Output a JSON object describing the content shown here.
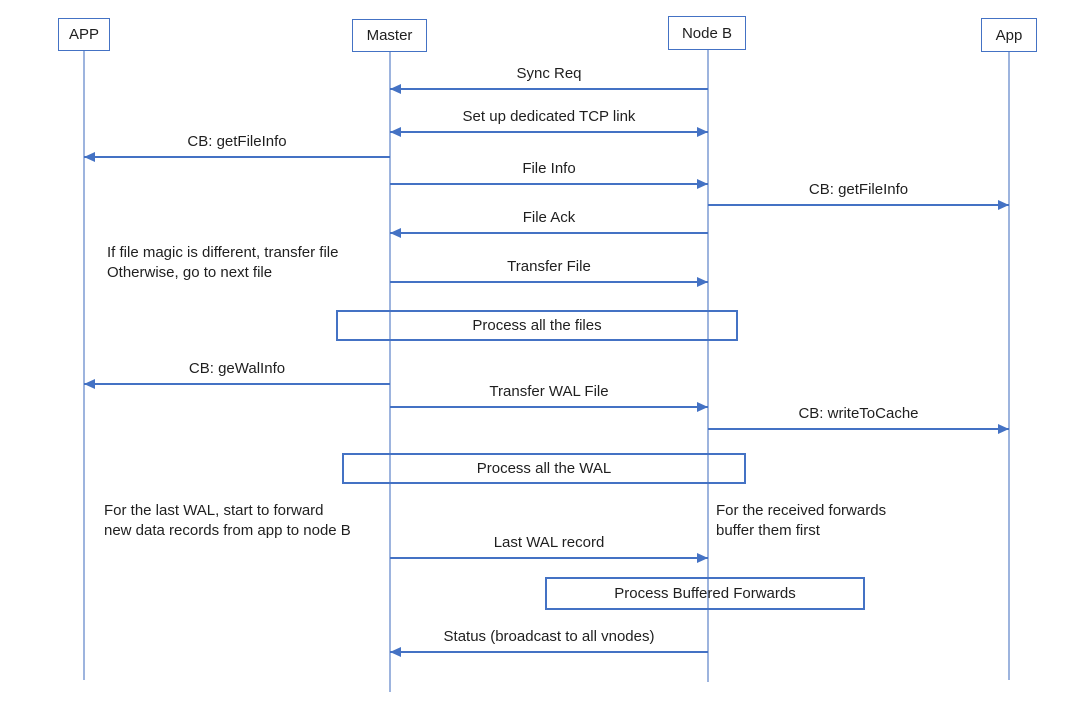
{
  "diagram": {
    "colors": {
      "accent": "#4472C4",
      "lifeline": "#9DB4DE",
      "text": "#1f1f1f",
      "background": "#FFFFFF"
    },
    "participants": [
      {
        "name": "APP"
      },
      {
        "name": "Master"
      },
      {
        "name": "Node B"
      },
      {
        "name": "App"
      }
    ],
    "messages": [
      {
        "label": "Sync Req",
        "from": "Node B",
        "to": "Master",
        "arrow": "left"
      },
      {
        "label": "Set up dedicated TCP link",
        "from": "Master",
        "to": "Node B",
        "arrow": "both"
      },
      {
        "label": "CB: getFileInfo",
        "from": "Master",
        "to": "APP",
        "arrow": "left"
      },
      {
        "label": "File Info",
        "from": "Master",
        "to": "Node B",
        "arrow": "right"
      },
      {
        "label": "CB: getFileInfo",
        "from": "Node B",
        "to": "App",
        "arrow": "right"
      },
      {
        "label": "File Ack",
        "from": "Node B",
        "to": "Master",
        "arrow": "left"
      },
      {
        "label": "Transfer File",
        "from": "Master",
        "to": "Node B",
        "arrow": "right"
      },
      {
        "label": "CB: geWalInfo",
        "from": "Master",
        "to": "APP",
        "arrow": "left"
      },
      {
        "label": "Transfer WAL File",
        "from": "Master",
        "to": "Node B",
        "arrow": "right"
      },
      {
        "label": "CB: writeToCache",
        "from": "Node B",
        "to": "App",
        "arrow": "right"
      },
      {
        "label": "Last WAL record",
        "from": "Master",
        "to": "Node B",
        "arrow": "right"
      },
      {
        "label": "Status (broadcast to all vnodes)",
        "from": "Node B",
        "to": "Master",
        "arrow": "left"
      }
    ],
    "process_boxes": [
      {
        "label": "Process all the files"
      },
      {
        "label": "Process all the WAL"
      },
      {
        "label": "Process Buffered Forwards"
      }
    ],
    "annotations": [
      {
        "line1": "If file magic is different, transfer file",
        "line2": "Otherwise, go to next file"
      },
      {
        "line1": "For the last WAL, start to forward",
        "line2": "new data records from app to node B"
      },
      {
        "line1": "For the received forwards",
        "line2": "buffer them first"
      }
    ]
  }
}
